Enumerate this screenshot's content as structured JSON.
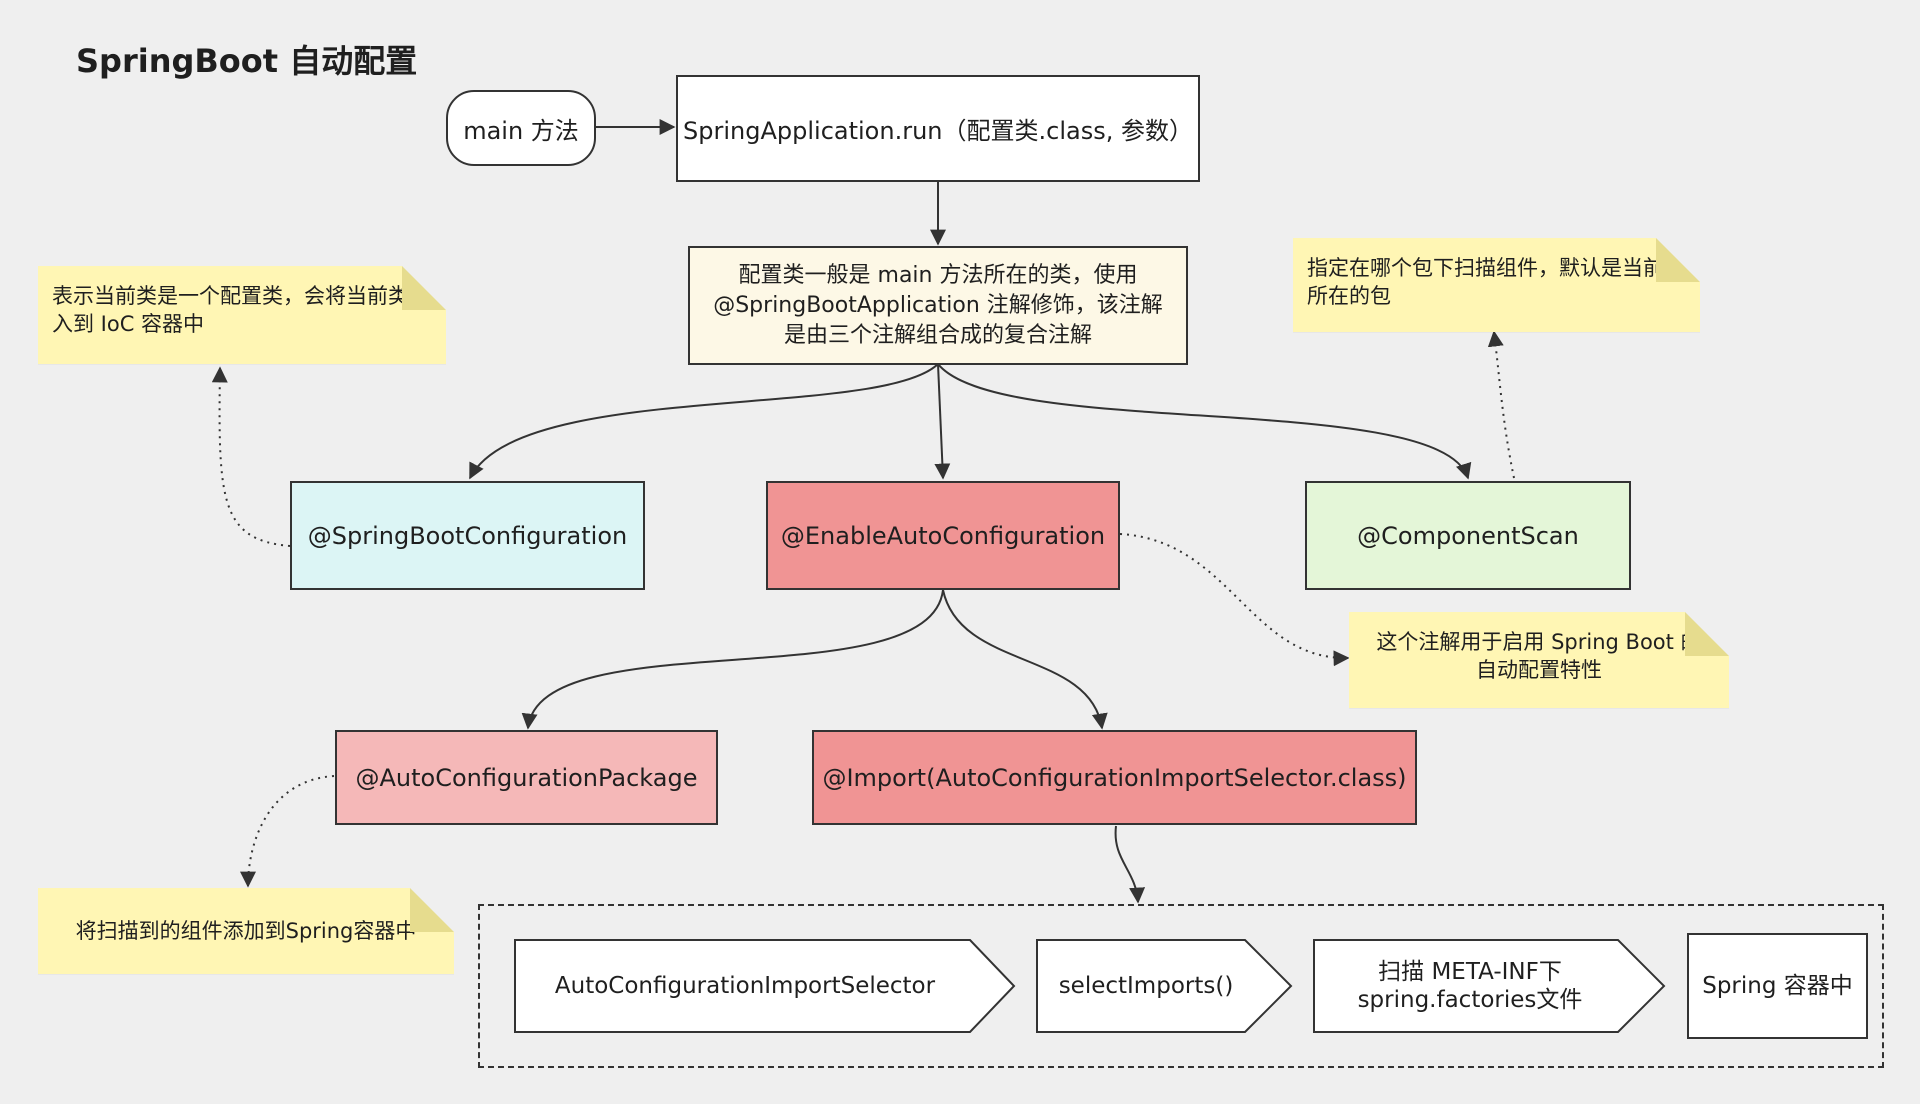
{
  "title": "SpringBoot 自动配置",
  "nodes": {
    "main_method": "main 方法",
    "spring_run": "SpringApplication.run（配置类.class, 参数）",
    "config_class": "配置类一般是 main 方法所在的类，使用 @SpringBootApplication 注解修饰，该注解是由三个注解组合成的复合注解",
    "spring_boot_configuration": "@SpringBootConfiguration",
    "enable_auto_configuration": "@EnableAutoConfiguration",
    "component_scan": "@ComponentScan",
    "auto_configuration_package": "@AutoConfigurationPackage",
    "import_selector": "@Import(AutoConfigurationImportSelector.class)"
  },
  "notes": {
    "spring_boot_configuration": "表示当前类是一个配置类，会将当前类注入到 IoC 容器中",
    "component_scan": "指定在哪个包下扫描组件，默认是当前类所在的包",
    "enable_auto_configuration": "这个注解用于启用 Spring Boot 的自动配置特性",
    "auto_configuration_package": "将扫描到的组件添加到Spring容器中"
  },
  "process": {
    "steps": [
      "AutoConfigurationImportSelector",
      "selectImports()",
      "扫描 META-INF下 spring.factories文件",
      "Spring 容器中"
    ]
  },
  "colors": {
    "background": "#efefef",
    "note": "#fff6b4",
    "cream": "#fdf8e6",
    "cyan": "#dcf5f5",
    "red": "#f09494",
    "pink": "#f5b8b8",
    "green": "#e4f6d8",
    "stroke": "#333333"
  }
}
